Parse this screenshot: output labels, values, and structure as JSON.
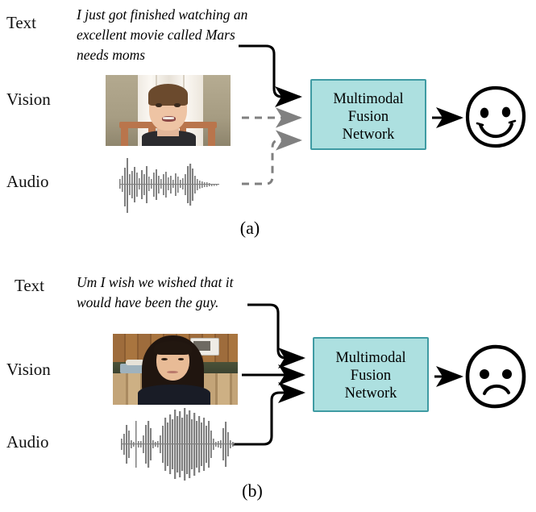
{
  "figure": {
    "type": "diagram",
    "description": "Multimodal sentiment analysis figure: two examples (a) and (b) each feeding Text, Vision and Audio modalities into a Multimodal Fusion Network that outputs a sentiment face.",
    "background_color": "#ffffff"
  },
  "colors": {
    "fusion_box_fill": "#ade0e0",
    "fusion_box_border": "#3f9ba3",
    "solid_arrow": "#000000",
    "dashed_arrow": "#808080",
    "waveform": "#808080",
    "text": "#000000"
  },
  "panels": [
    {
      "id": "a",
      "caption": "(a)",
      "modalities": [
        {
          "name": "text",
          "label": "Text"
        },
        {
          "name": "vision",
          "label": "Vision"
        },
        {
          "name": "audio",
          "label": "Audio"
        }
      ],
      "transcript": "I just got finished watching an excellent movie called Mars needs moms",
      "vision_alt": "young boy seated on a wooden chair in front of a white door",
      "audio_alt": "audio waveform with a sharp onset and decaying tail",
      "model": {
        "line1": "Multimodal",
        "line2": "Fusion",
        "line3": "Network"
      },
      "output": {
        "name": "happy-face",
        "sentiment": "positive",
        "glyph": "smiley"
      },
      "arrows": [
        {
          "from": "text",
          "style": "solid",
          "color": "#000000"
        },
        {
          "from": "vision",
          "style": "dashed",
          "color": "#808080"
        },
        {
          "from": "audio",
          "style": "dashed",
          "color": "#808080"
        },
        {
          "from": "model",
          "style": "solid",
          "color": "#000000"
        }
      ]
    },
    {
      "id": "b",
      "caption": "(b)",
      "modalities": [
        {
          "name": "text",
          "label": "Text"
        },
        {
          "name": "vision",
          "label": "Vision"
        },
        {
          "name": "audio",
          "label": "Audio"
        }
      ],
      "transcript": "Um I wish we wished that it would have been the guy.",
      "vision_alt": "woman with long dark hair in a kitchen looking down",
      "audio_alt": "audio waveform with several dense bursts of speech",
      "model": {
        "line1": "Multimodal",
        "line2": "Fusion",
        "line3": "Network"
      },
      "output": {
        "name": "sad-face",
        "sentiment": "negative",
        "glyph": "frowny"
      },
      "arrows": [
        {
          "from": "text",
          "style": "solid",
          "color": "#000000"
        },
        {
          "from": "vision",
          "style": "solid",
          "color": "#000000"
        },
        {
          "from": "audio",
          "style": "solid",
          "color": "#000000"
        },
        {
          "from": "model",
          "style": "solid",
          "color": "#000000"
        }
      ]
    }
  ]
}
